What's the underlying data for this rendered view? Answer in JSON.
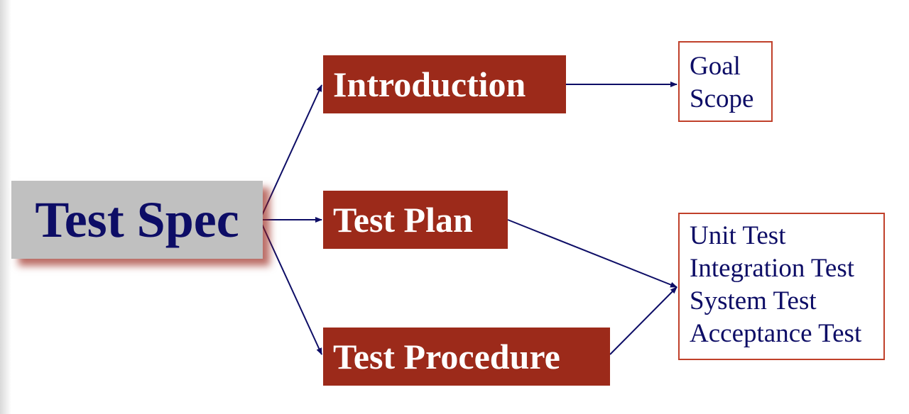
{
  "root": {
    "label": "Test Spec"
  },
  "sections": [
    {
      "label": "Introduction"
    },
    {
      "label": "Test Plan"
    },
    {
      "label": "Test Procedure"
    }
  ],
  "details": {
    "introduction": [
      "Goal",
      "Scope"
    ],
    "tests": [
      "Unit Test",
      "Integration Test",
      "System Test",
      "Acceptance Test"
    ]
  },
  "colors": {
    "section_fill": "#9c2a1a",
    "root_fill": "#c0c0c0",
    "text_navy": "#0d0d66",
    "detail_border": "#c0402a",
    "arrow": "#0d0d66"
  }
}
